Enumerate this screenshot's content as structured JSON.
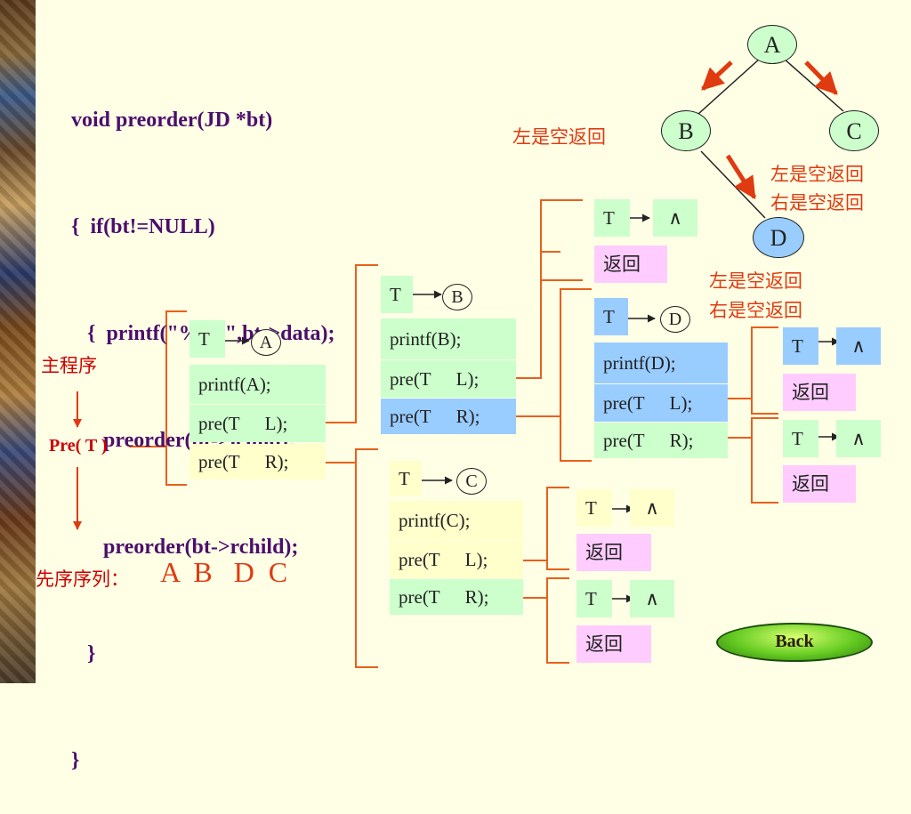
{
  "code": {
    "line1": "void preorder(JD *bt)",
    "line2": "{  if(bt!=NULL)",
    "line3": "   {  printf(\"%d\\t\",bt->data);",
    "line4": "      preorder(bt->lchild);",
    "line5": "      preorder(bt->rchild);",
    "line6": "   }",
    "line7": "}"
  },
  "tree": {
    "a": "A",
    "b": "B",
    "c": "C",
    "d": "D"
  },
  "notes": {
    "b_note": "左是空返回",
    "c_note1": "左是空返回",
    "c_note2": "右是空返回",
    "d_note1": "左是空返回",
    "d_note2": "右是空返回"
  },
  "main": {
    "label": "主程序",
    "call": "Pre( T )",
    "seq_label": "先序序列：",
    "seq_values": "A  B   D  C"
  },
  "frames": {
    "t": "T",
    "null_sym": "∧",
    "ret": "返回",
    "node_a": "A",
    "node_b": "B",
    "node_c": "C",
    "node_d": "D",
    "printf_a": "printf(A);",
    "printf_b": "printf(B);",
    "printf_c": "printf(C);",
    "printf_d": "printf(D);",
    "pre_tl": "pre(T",
    "l_tail": "L);",
    "r_tail": "R);"
  },
  "nav": {
    "back": "Back"
  }
}
